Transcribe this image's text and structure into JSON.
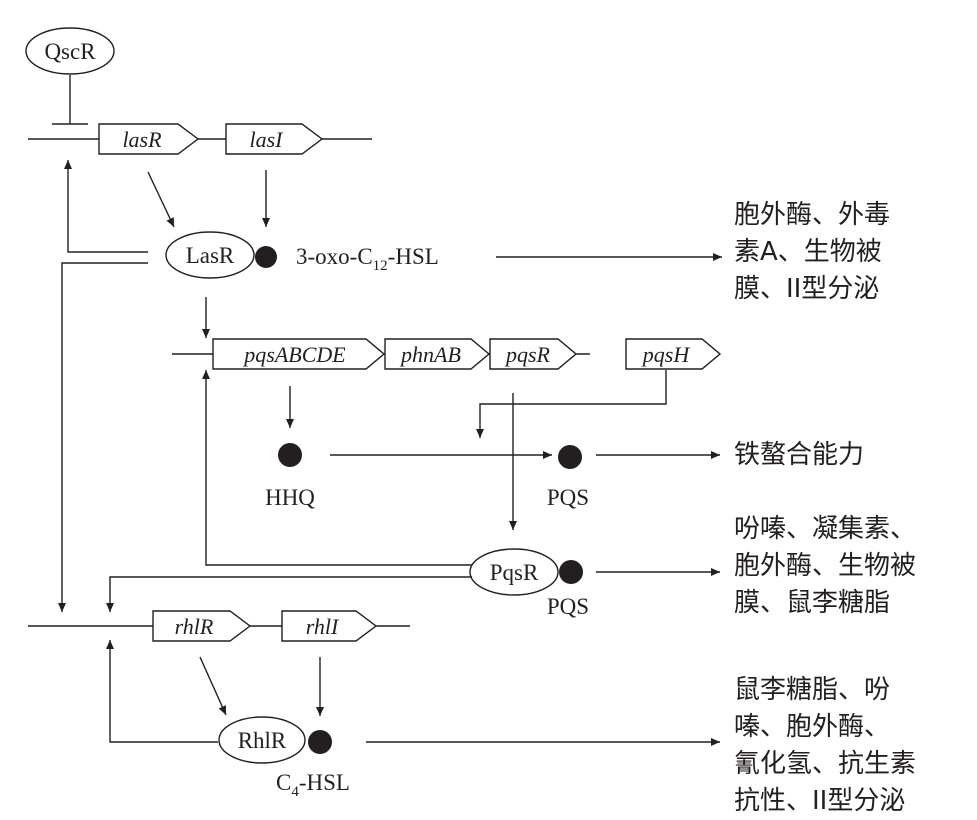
{
  "nodes": {
    "qscr": "QscR",
    "lasr_protein": "LasR",
    "pqsr_protein": "PqsR",
    "rhlr_protein": "RhlR"
  },
  "genes": {
    "lasR": "lasR",
    "lasI": "lasI",
    "pqsABCDE": "pqsABCDE",
    "phnAB": "phnAB",
    "pqsR": "pqsR",
    "pqsH": "pqsH",
    "rhlR": "rhlR",
    "rhlI": "rhlI"
  },
  "signals": {
    "oxo_prefix": "3-oxo-C",
    "oxo_sub": "12",
    "oxo_suffix": "-HSL",
    "hhq": "HHQ",
    "pqs_1": "PQS",
    "pqs_2": "PQS",
    "c4_prefix": "C",
    "c4_sub": "4",
    "c4_suffix": "-HSL"
  },
  "outputs": {
    "las": [
      "胞外酶、外毒",
      "素A、生物被",
      "膜、II型分泌"
    ],
    "pqs_iron": [
      "铁螯合能力"
    ],
    "pqsr": [
      "吩嗪、凝集素、",
      "胞外酶、生物被",
      "膜、鼠李糖脂"
    ],
    "rhl": [
      "鼠李糖脂、吩",
      "嗪、胞外酶、",
      "氰化氢、抗生素",
      "抗性、II型分泌"
    ]
  }
}
